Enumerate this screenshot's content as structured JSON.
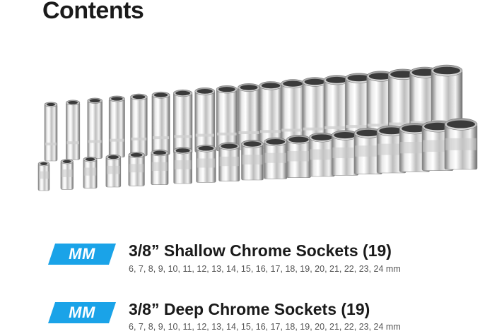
{
  "title": "Contents",
  "sets": [
    {
      "badge": "MM",
      "name": "3/8” Shallow Chrome Sockets (19)",
      "sizes": "6, 7, 8, 9, 10, 11, 12, 13, 14, 15, 16, 17, 18, 19, 20, 21, 22, 23, 24 mm"
    },
    {
      "badge": "MM",
      "name": "3/8” Deep Chrome Sockets (19)",
      "sizes": "6, 7, 8, 9, 10, 11, 12, 13, 14, 15, 16, 17, 18, 19, 20, 21, 22, 23, 24 mm"
    }
  ],
  "colors": {
    "badge": "#1aa3e8",
    "chrome_light": "#f2f2f2",
    "chrome_dark": "#6e6e6e"
  },
  "photo": {
    "deep_socket_count": 19,
    "shallow_socket_count": 19
  }
}
